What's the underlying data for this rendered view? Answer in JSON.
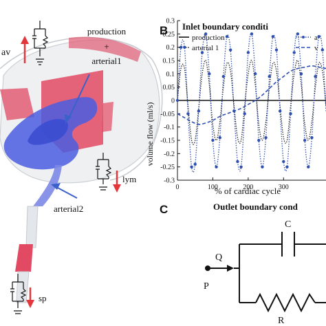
{
  "panel_a": {
    "labels": {
      "qav": "av",
      "production": "production",
      "plus": "+",
      "arterial1": "arterial1",
      "lym": "lym",
      "arterial2": "arterial2",
      "sp": "sp"
    },
    "colors": {
      "csf_shell": "#e8eaec",
      "ventricle_red": "#e24a64",
      "ventricle_blue": "#4a5de0",
      "arrow_red": "#e4373c",
      "arrow_blue": "#3a62c8"
    }
  },
  "panel_b": {
    "letter": "B",
    "colors": {
      "production": "#111111",
      "arterial1": "#222222",
      "arterial2": "#2f4fb0",
      "venous": "#2f4fb0"
    }
  },
  "panel_c": {
    "letter": "C",
    "title": "Outlet boundary cond",
    "q_label": "Q",
    "p_label": "P",
    "c_label": "C",
    "r_label": "R"
  },
  "chart_data": {
    "type": "line",
    "title": "Inlet boundary conditi",
    "xlabel": "% of cardiac cycle",
    "ylabel": "volume flow (ml/s)",
    "xlim": [
      0,
      420
    ],
    "ylim": [
      -0.3,
      0.3
    ],
    "xticks": [
      "0",
      "100",
      "200",
      "300"
    ],
    "yticks": [
      "0.3",
      "0.25",
      "0.2",
      "0.15",
      "0.1",
      "0.05",
      "0",
      "-0.05",
      "-0.1",
      "-0.15",
      "-0.2",
      "-0.25",
      "-0.3"
    ],
    "grid": false,
    "legend_position": "top",
    "series": [
      {
        "name": "production",
        "style": "solid",
        "x": [
          0,
          420
        ],
        "y": [
          0,
          0
        ]
      },
      {
        "name": "arterial 1",
        "style": "dotted",
        "x": [
          0,
          10,
          20,
          30,
          40,
          50,
          60,
          70,
          80,
          90,
          100,
          110,
          120,
          130,
          140,
          150,
          160,
          170,
          180,
          190,
          200,
          210,
          220,
          230,
          240,
          250,
          260,
          270,
          280,
          290,
          300,
          310,
          320,
          330,
          340,
          350,
          360,
          370,
          380,
          390,
          400,
          410,
          420
        ],
        "y": [
          0,
          0.12,
          0.12,
          -0.02,
          -0.15,
          -0.15,
          -0.03,
          0.1,
          0.15,
          0.06,
          -0.09,
          -0.15,
          -0.08,
          0.05,
          0.14,
          0.11,
          -0.02,
          -0.14,
          -0.15,
          -0.02,
          0.1,
          0.15,
          0.06,
          -0.09,
          -0.15,
          -0.08,
          0.05,
          0.14,
          0.11,
          -0.02,
          -0.14,
          -0.15,
          -0.02,
          0.1,
          0.15,
          0.06,
          -0.09,
          -0.15,
          -0.08,
          0.05,
          0.14,
          0.11,
          -0.02
        ]
      },
      {
        "name": "a",
        "style": "dotted-marker",
        "x": [
          0,
          10,
          20,
          30,
          40,
          50,
          60,
          70,
          80,
          90,
          100,
          110,
          120,
          130,
          140,
          150,
          160,
          170,
          180,
          190,
          200,
          210,
          220,
          230,
          240,
          250,
          260,
          270,
          280,
          290,
          300,
          310,
          320,
          330,
          340,
          350,
          360,
          370,
          380,
          390,
          400,
          410,
          420
        ],
        "y": [
          0,
          0.2,
          0.2,
          -0.05,
          -0.25,
          -0.24,
          -0.04,
          0.18,
          0.25,
          0.1,
          -0.15,
          -0.25,
          -0.14,
          0.09,
          0.24,
          0.19,
          -0.04,
          -0.23,
          -0.25,
          -0.05,
          0.18,
          0.25,
          0.1,
          -0.15,
          -0.25,
          -0.14,
          0.09,
          0.24,
          0.19,
          -0.04,
          -0.23,
          -0.25,
          -0.05,
          0.18,
          0.25,
          0.1,
          -0.15,
          -0.25,
          -0.14,
          0.09,
          0.24,
          0.19,
          -0.04
        ]
      },
      {
        "name": "v",
        "style": "dashed",
        "x": [
          0,
          20,
          40,
          60,
          80,
          100,
          120,
          140,
          160,
          180,
          200,
          220,
          240,
          260,
          280,
          300,
          320,
          340,
          360,
          380,
          400,
          420
        ],
        "y": [
          -0.05,
          -0.065,
          -0.08,
          -0.09,
          -0.085,
          -0.075,
          -0.06,
          -0.05,
          -0.04,
          -0.03,
          -0.015,
          0.0,
          0.02,
          0.045,
          0.07,
          0.09,
          0.11,
          0.12,
          0.125,
          0.13,
          0.125,
          0.12
        ]
      }
    ]
  }
}
